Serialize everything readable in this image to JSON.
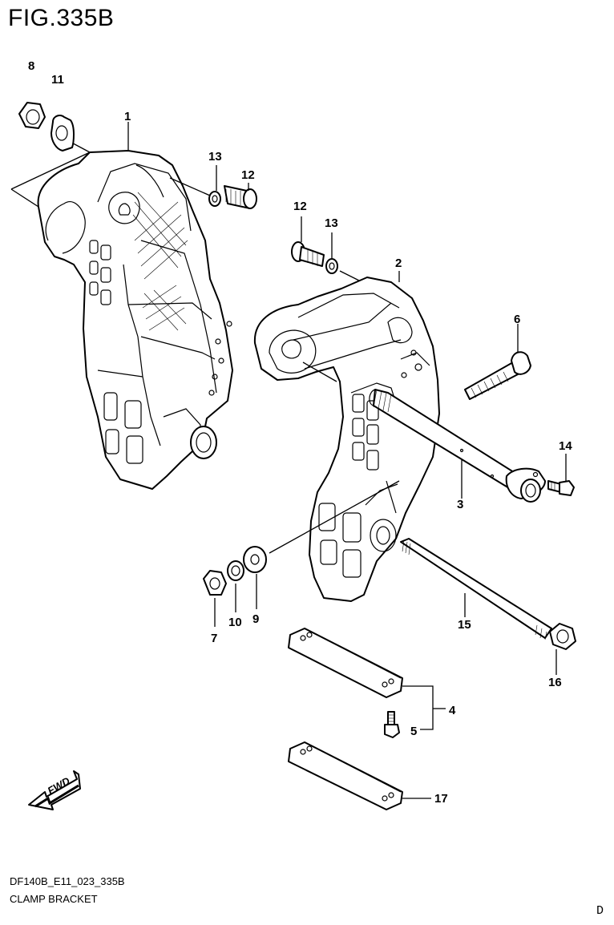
{
  "figure": {
    "title": "FIG.335B",
    "code": "DF140B_E11_023_335B",
    "name": "CLAMP BRACKET",
    "corner_mark": "D"
  },
  "callouts": [
    "1",
    "2",
    "3",
    "4",
    "5",
    "6",
    "7",
    "8",
    "9",
    "10",
    "11",
    "12",
    "13",
    "12",
    "13",
    "14",
    "15",
    "16",
    "17"
  ],
  "fwd_label": "FWD"
}
